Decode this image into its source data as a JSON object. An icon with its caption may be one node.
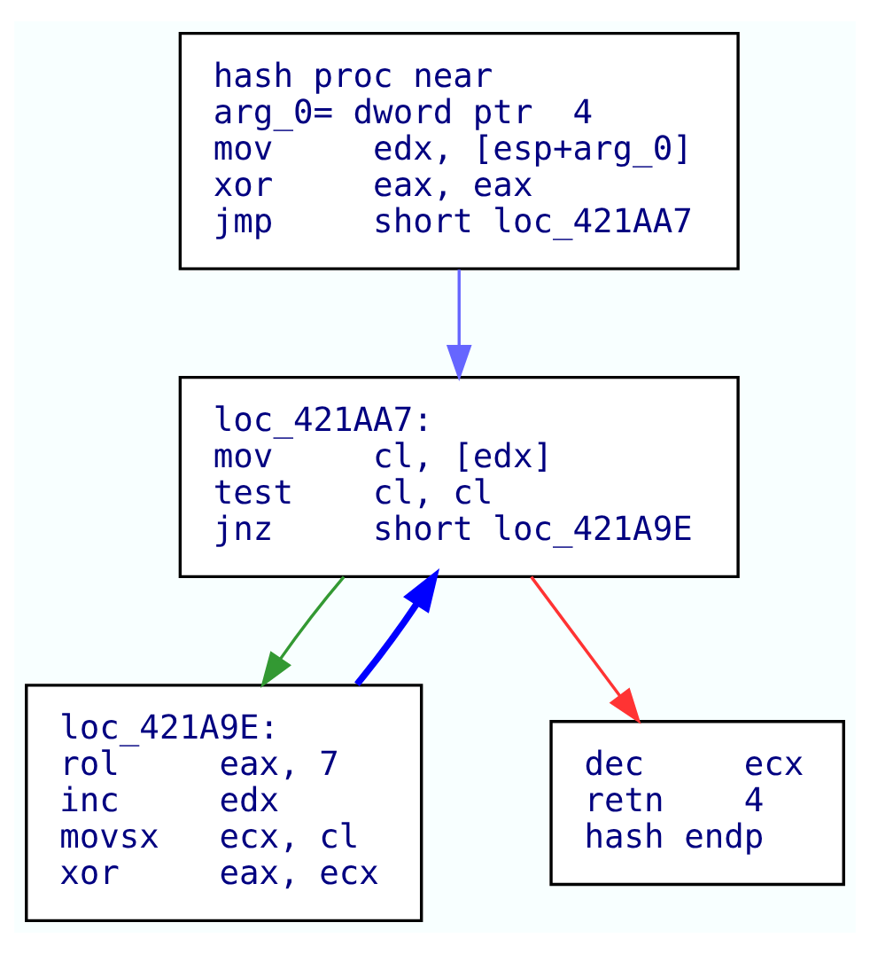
{
  "diagram": {
    "nodes": [
      {
        "text": [
          "hash proc near",
          "arg_0= dword ptr  4",
          "mov     edx, [esp+arg_0]",
          "xor     eax, eax",
          "jmp     short loc_421AA7"
        ]
      },
      {
        "text": [
          "loc_421AA7:",
          "mov     cl, [edx]",
          "test    cl, cl",
          "jnz     short loc_421A9E"
        ]
      },
      {
        "text": [
          "loc_421A9E:",
          "rol     eax, 7",
          "inc     edx",
          "movsx   ecx, cl",
          "xor     eax, ecx"
        ]
      },
      {
        "text": [
          "dec     ecx",
          "retn    4",
          "hash endp"
        ]
      }
    ],
    "edges": [
      {
        "from": 0,
        "to": 1,
        "arrow": "to",
        "color": "#6666ff"
      },
      {
        "from": 1,
        "to": 2,
        "arrow": "to",
        "color": "#339933"
      },
      {
        "from": 1,
        "to": 3,
        "arrow": "to",
        "color": "#ff3333"
      },
      {
        "from": 2,
        "to": 1,
        "arrow": "to",
        "style": "thick",
        "color": "#0000ff"
      }
    ]
  }
}
